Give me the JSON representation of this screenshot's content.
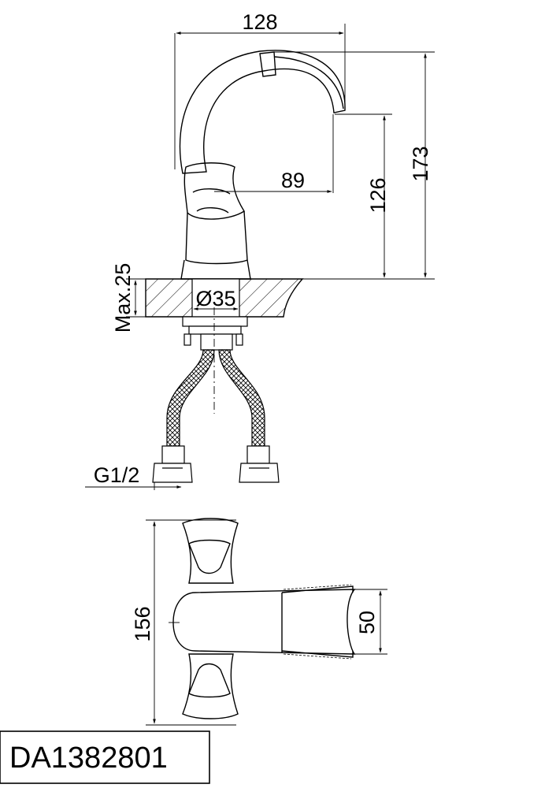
{
  "drawing": {
    "model_code": "DA1382801",
    "dimensions": {
      "spout_reach": "128",
      "handle_to_outlet": "89",
      "total_height": "173",
      "outlet_height": "126",
      "max_deck": "Max.25",
      "hole_diameter": "Ø35",
      "thread": "G1/2",
      "top_length": "156",
      "spout_width": "50"
    },
    "colors": {
      "line": "#000000",
      "background": "#ffffff"
    }
  }
}
